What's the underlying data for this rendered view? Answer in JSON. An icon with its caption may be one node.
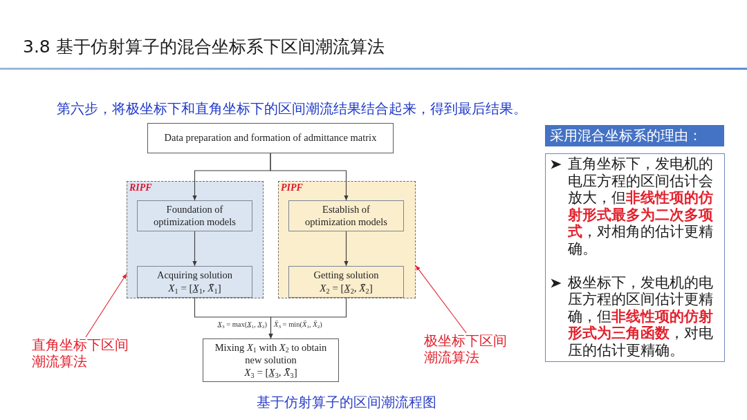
{
  "diagram": {
    "title": "3.8 基于仿射算子的混合坐标系下区间潮流算法",
    "caption": "基于仿射算子的区间潮流程图",
    "nodes": [
      {
        "text": [
          "Data preparation and formation of admittance matrix"
        ]
      },
      {
        "text": [
          "RIPF"
        ]
      },
      {
        "text": [
          "Foundation of optimization models"
        ],
        "in": 1
      },
      {
        "text": [
          "Acquiring solution",
          "*X*$_{1}$ = [*X̲*$_{1}$, *X̄*$_{1}$]"
        ],
        "in": 1
      },
      {
        "text": [
          "PIPF"
        ]
      },
      {
        "text": [
          "Establish of optimization models"
        ],
        "in": 4
      },
      {
        "text": [
          "Getting solution",
          "*X*$_{2}$ = [*X̲*$_{2}$, *X̄*$_{2}$]"
        ],
        "in": 4
      },
      {
        "text": [
          "Mixing *X*$_{1}$ with *X*$_{2}$ to obtain new solution",
          "*X*$_{3}$ = [*X̲*$_{3}$, *X̄*$_{3}$]"
        ]
      },
      {
        "text": [
          "直角坐标下区间潮流算法"
        ]
      },
      {
        "text": [
          "极坐标下区间潮流算法"
        ]
      },
      {
        "text": [
          "采用混合坐标系的理由："
        ]
      },
      {
        "text": [
          "直角坐标下，发电机的电压方程的区间估计会放大，但**非线性项的仿射形式最多为二次多项式**，对相角的估计更精确。",
          "极坐标下，发电机的电压方程的区间估计更精确，但**非线性项的仿射形式为三角函数**，对电压的估计更精确。"
        ]
      }
    ],
    "edges": [
      {
        "from": 0,
        "to": 2,
        "arrow": "to"
      },
      {
        "from": 0,
        "to": 5,
        "arrow": "to"
      },
      {
        "from": 2,
        "to": 3,
        "arrow": "to"
      },
      {
        "from": 5,
        "to": 6,
        "arrow": "to"
      },
      {
        "from": 3,
        "to": 7,
        "arrow": "to"
      },
      {
        "from": 6,
        "to": 7,
        "arrow": "to"
      },
      {
        "from": 8,
        "to": 1,
        "arrow": "to",
        "color": "#e3202c"
      },
      {
        "from": 9,
        "to": 4,
        "arrow": "to",
        "color": "#e3202c"
      }
    ],
    "labels": [
      "第六步，将极坐标下和直角坐标下的区间潮流结果结合起来，得到最后结果。",
      "*X̲*$_{3}$ = max(*X̲*$_{1}$, *X̲*$_{2}$)",
      "*X̄*$_{3}$ = min(*X̄*$_{1}$, *X̄*$_{2}$)"
    ]
  }
}
